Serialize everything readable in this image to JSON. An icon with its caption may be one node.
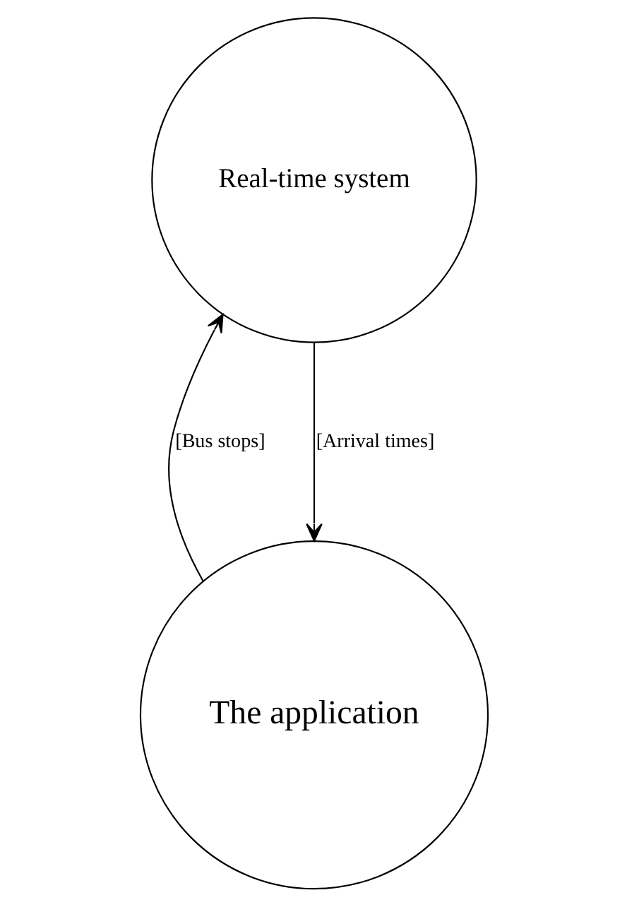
{
  "diagram": {
    "nodes": [
      {
        "text": [
          "The application"
        ]
      },
      {
        "text": [
          "Real-time system"
        ]
      }
    ],
    "edges": [
      {
        "from": 0,
        "to": 1,
        "arrow": "to",
        "label": "[Bus stops]"
      },
      {
        "from": 1,
        "to": 0,
        "arrow": "to",
        "label": "[Arrival times]"
      }
    ]
  }
}
